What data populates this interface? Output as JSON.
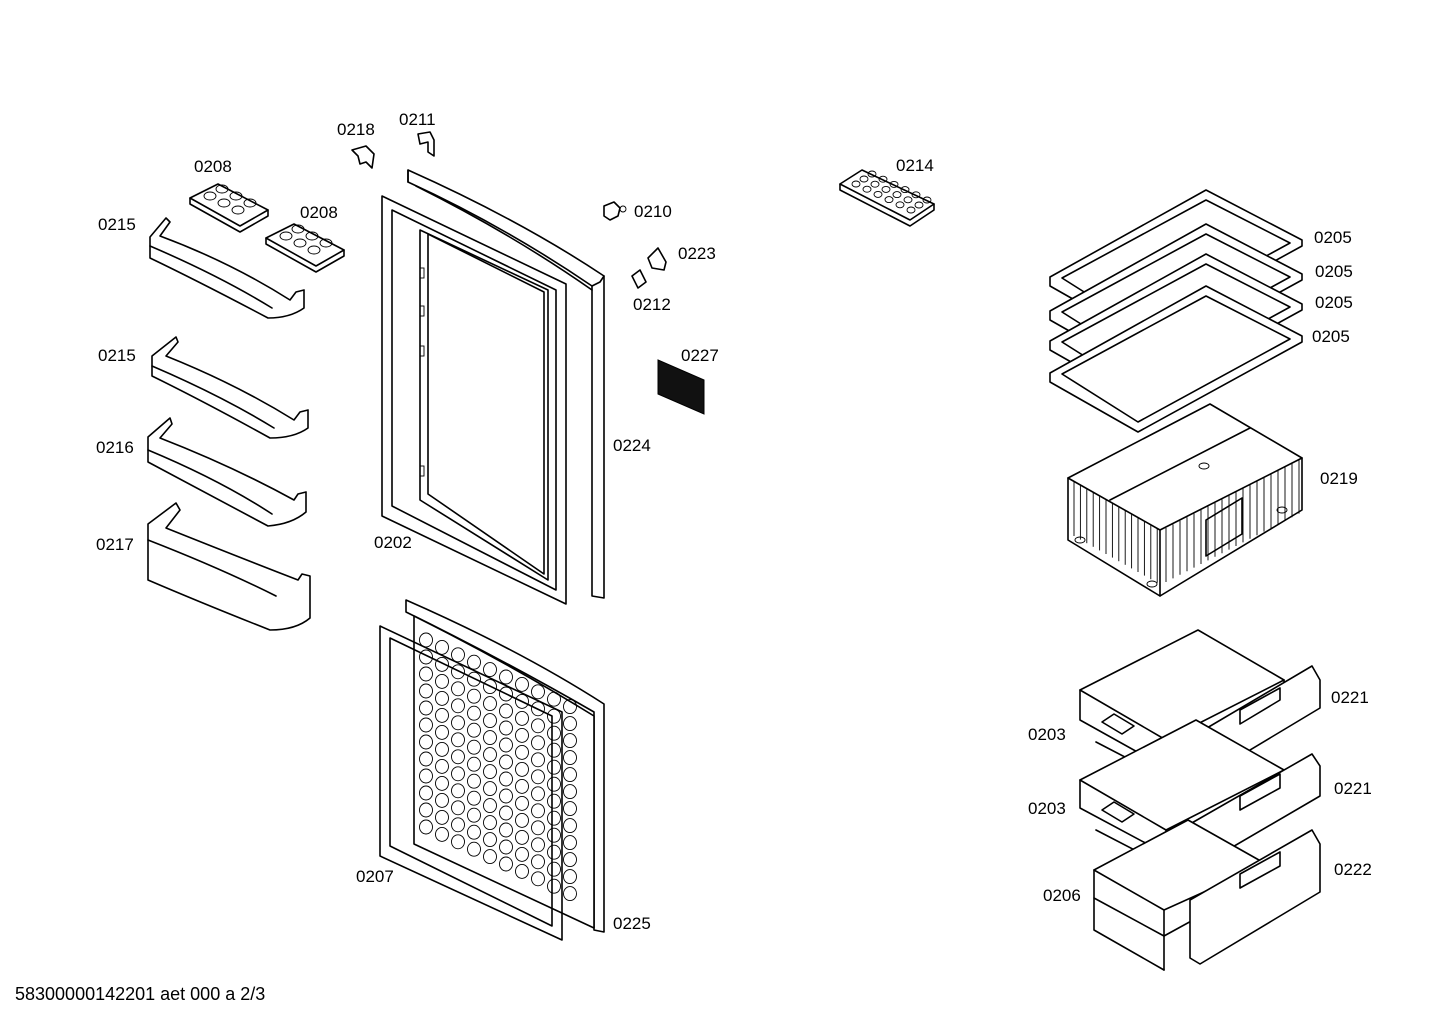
{
  "labels": {
    "l0218": "0218",
    "l0211": "0211",
    "l0208a": "0208",
    "l0208b": "0208",
    "l0215a": "0215",
    "l0215b": "0215",
    "l0216": "0216",
    "l0217": "0217",
    "l0202": "0202",
    "l0207": "0207",
    "l0210": "0210",
    "l0223": "0223",
    "l0212": "0212",
    "l0227": "0227",
    "l0224": "0224",
    "l0225": "0225",
    "l0214": "0214",
    "l0205a": "0205",
    "l0205b": "0205",
    "l0205c": "0205",
    "l0205d": "0205",
    "l0219": "0219",
    "l0221a": "0221",
    "l0221b": "0221",
    "l0222": "0222",
    "l0203a": "0203",
    "l0203b": "0203",
    "l0206": "0206"
  },
  "footer": "58300000142201 aet 000 a 2/3"
}
